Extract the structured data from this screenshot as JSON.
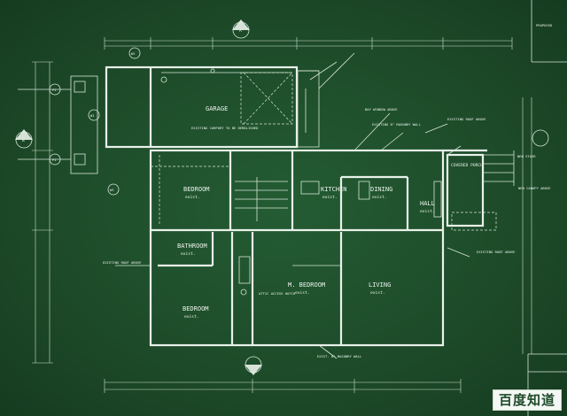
{
  "rooms": {
    "garage": "GARAGE",
    "bedroom1": "BEDROOM",
    "bedroom1_sub": "exist.",
    "kitchen": "KITCHEN",
    "kitchen_sub": "exist.",
    "dining": "DINING",
    "dining_sub": "exist.",
    "hall": "HALL",
    "hall_sub": "exist.",
    "bathroom": "BATHROOM",
    "bathroom_sub": "exist.",
    "bedroom2": "BEDROOM",
    "bedroom2_sub": "exist.",
    "mbedroom": "M. BEDROOM",
    "mbedroom_sub": "exist.",
    "living": "LIVING",
    "living_sub": "exist.",
    "porch": "COVERED PORCH"
  },
  "notes": {
    "carport": "EXISTING CARPORT TO BE DEMOLISHED",
    "bay_window": "BAY WINDOW ABOVE",
    "masonry_wall": "EXISTING 8\" MASONRY WALL",
    "roof_above": "EXISTING ROOF ABOVE",
    "roof_above_left": "EXISTING ROOF ABOVE",
    "roof_above_right": "EXISTING ROOF ABOVE",
    "exist_masonry_bottom": "EXIST. 8\" MASONRY WALL",
    "new_canopy": "NEW CANOPY ABOVE",
    "attic": "ATTIC ACCESS HATCH",
    "new_stair": "NEW STAIR"
  },
  "labels": {
    "w2": "W2",
    "w1": "W1",
    "p1a": "P1",
    "p1b": "P1",
    "w3": "W3",
    "section_a": "A",
    "section_b": "B",
    "title_top_right": "PROPOSED"
  },
  "logo_text": "百度知道"
}
